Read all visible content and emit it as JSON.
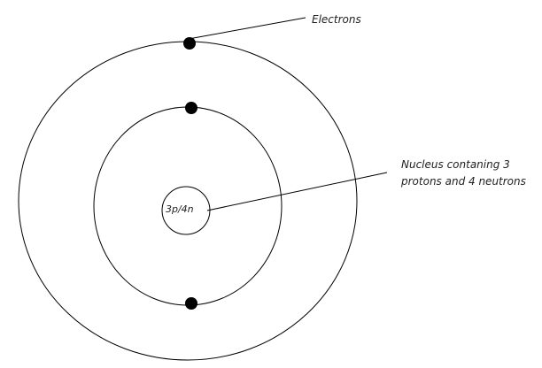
{
  "title": "Lithium atom diagram",
  "labels": {
    "electrons": "Electrons",
    "nucleus_line1": "Nucleus contaning 3",
    "nucleus_line2": "protons and 4 neutrons",
    "nucleus_text": "3p/4n"
  }
}
